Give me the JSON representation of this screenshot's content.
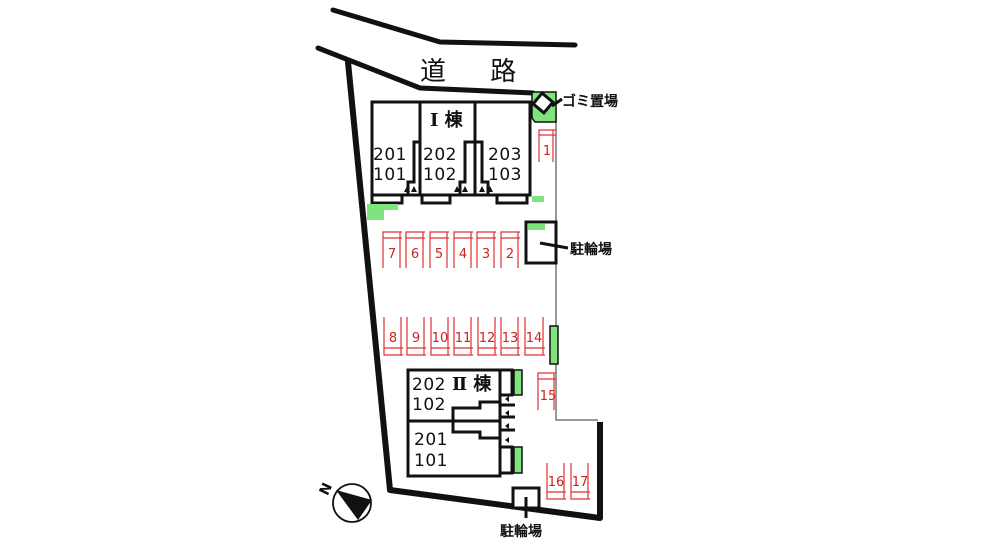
{
  "road": {
    "label": "道 路"
  },
  "facilities": {
    "garbage": "ゴミ置場",
    "bike_parking_right": "駐輪場",
    "bike_parking_bottom": "駐輪場"
  },
  "buildings": [
    {
      "name": "I 棟",
      "units": [
        {
          "upper": "201",
          "lower": "101"
        },
        {
          "upper": "202",
          "lower": "102"
        },
        {
          "upper": "203",
          "lower": "103"
        }
      ]
    },
    {
      "name": "Ⅱ 棟",
      "units": [
        {
          "upper": "202",
          "lower": "102"
        },
        {
          "upper": "201",
          "lower": "101"
        }
      ]
    }
  ],
  "parking": {
    "spaces": [
      "1",
      "2",
      "3",
      "4",
      "5",
      "6",
      "7",
      "8",
      "9",
      "10",
      "11",
      "12",
      "13",
      "14",
      "15",
      "16",
      "17"
    ],
    "color": "#e03030"
  },
  "compass": {
    "label": "N"
  },
  "colors": {
    "green_area": "#7ee57e",
    "line": "#111111"
  }
}
